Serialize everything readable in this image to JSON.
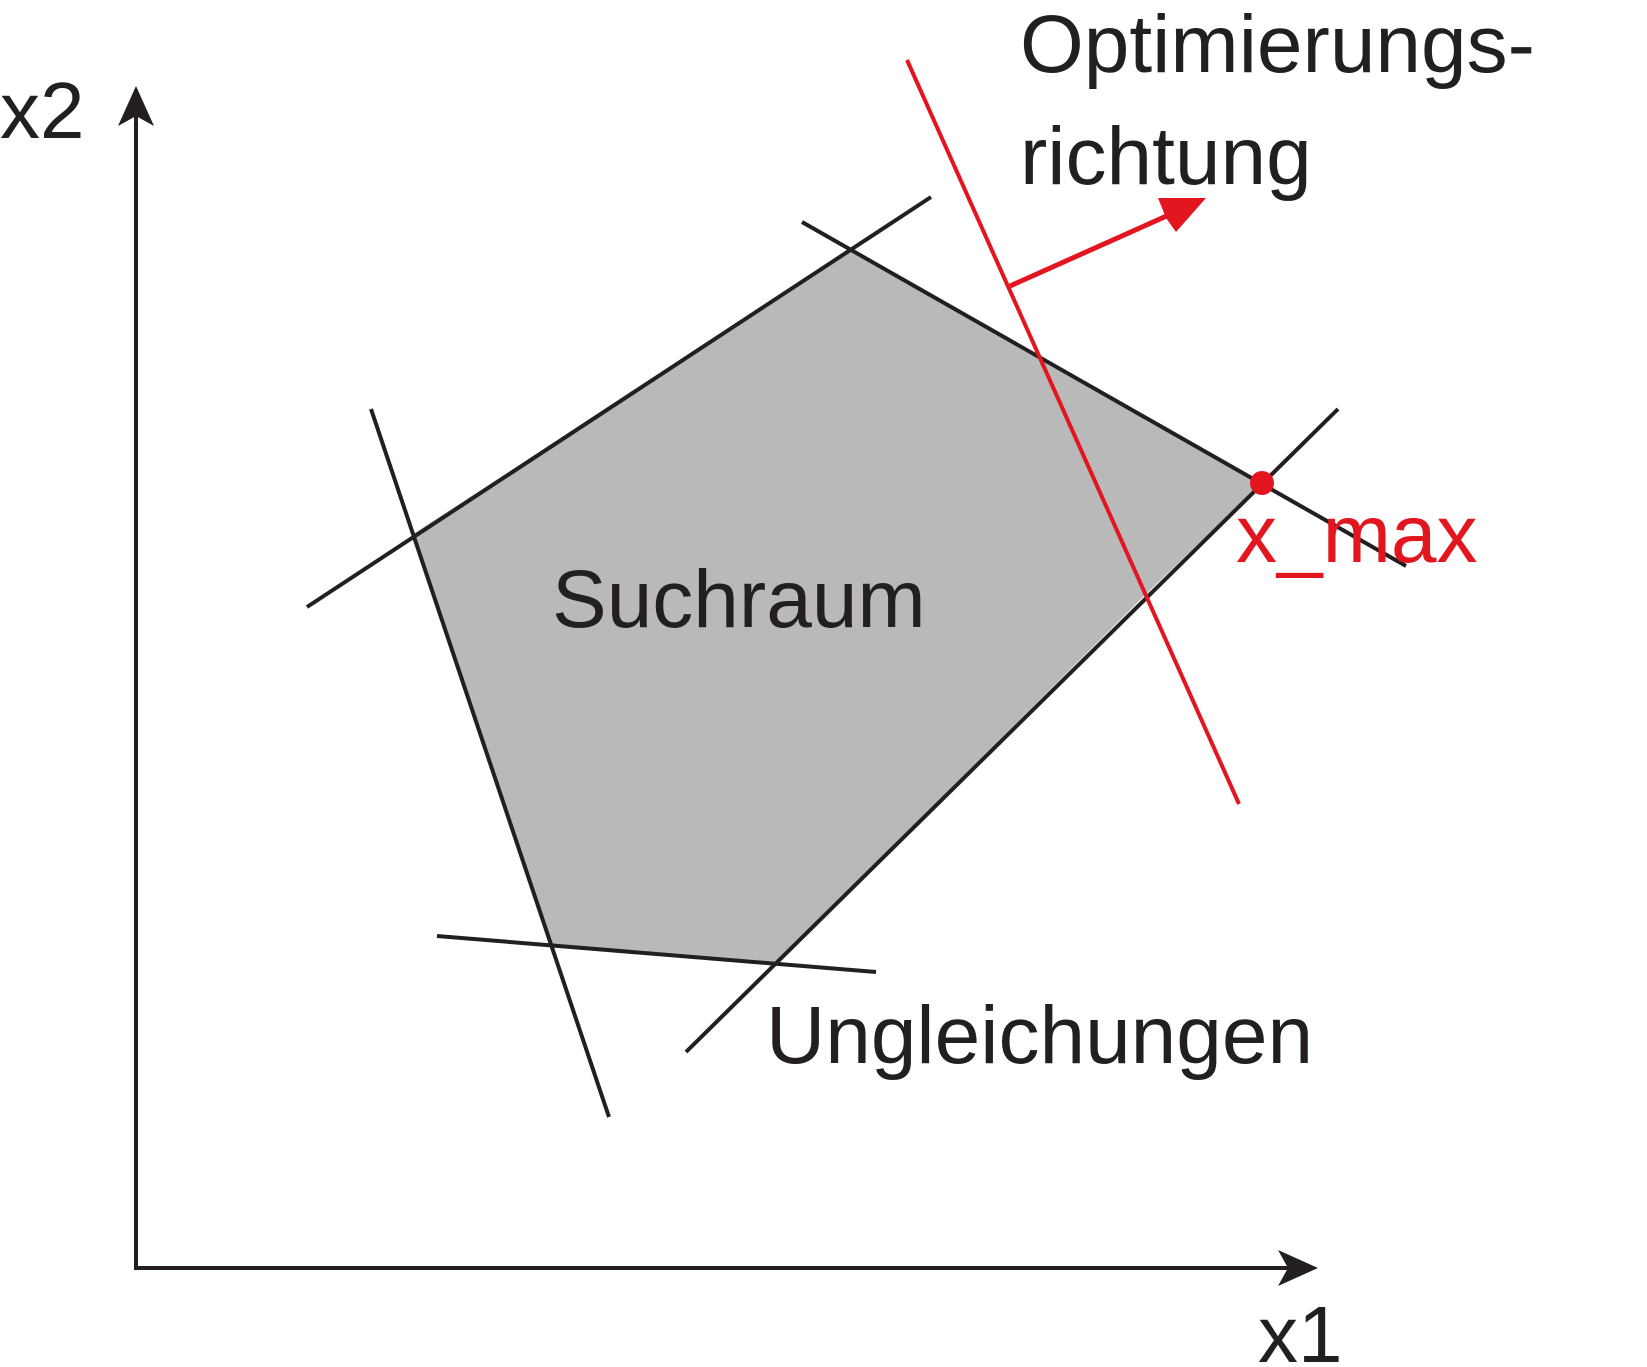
{
  "diagram": {
    "axes": {
      "x_label": "x1",
      "y_label": "x2"
    },
    "region_label": "Suchraum",
    "constraints_label": "Ungleichungen",
    "optimization_direction": {
      "line1": "Optimierungs-",
      "line2": "richtung"
    },
    "optimum_label": "x_max",
    "colors": {
      "black": "#231f20",
      "red": "#e3161f",
      "region_fill": "#b9b9b9"
    }
  }
}
